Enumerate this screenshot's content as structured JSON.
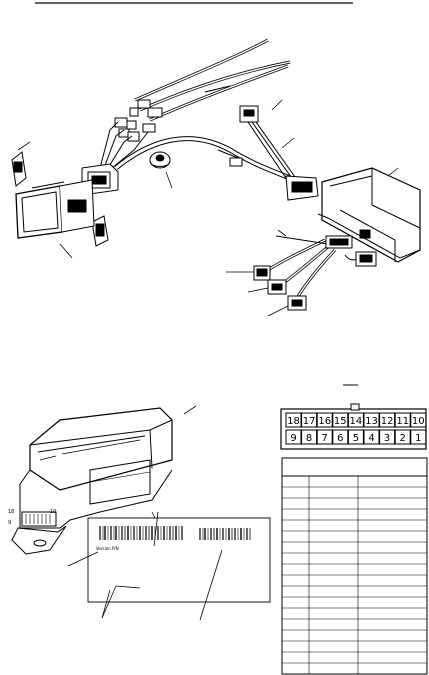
{
  "upper_figure": {
    "description_hidden": ""
  },
  "label_card": {
    "serial_text": "Version P/N"
  },
  "connector": {
    "top_row_pins": [
      "18",
      "17",
      "16",
      "15",
      "14",
      "13",
      "12",
      "11",
      "10"
    ],
    "bottom_row_pins": [
      "9",
      "8",
      "7",
      "6",
      "5",
      "4",
      "3",
      "2",
      "1"
    ]
  },
  "unit_pin_labels": {
    "top_left": "18",
    "top_right": "10",
    "bottom_left": "9"
  },
  "pin_table": {
    "row_count": 18
  }
}
